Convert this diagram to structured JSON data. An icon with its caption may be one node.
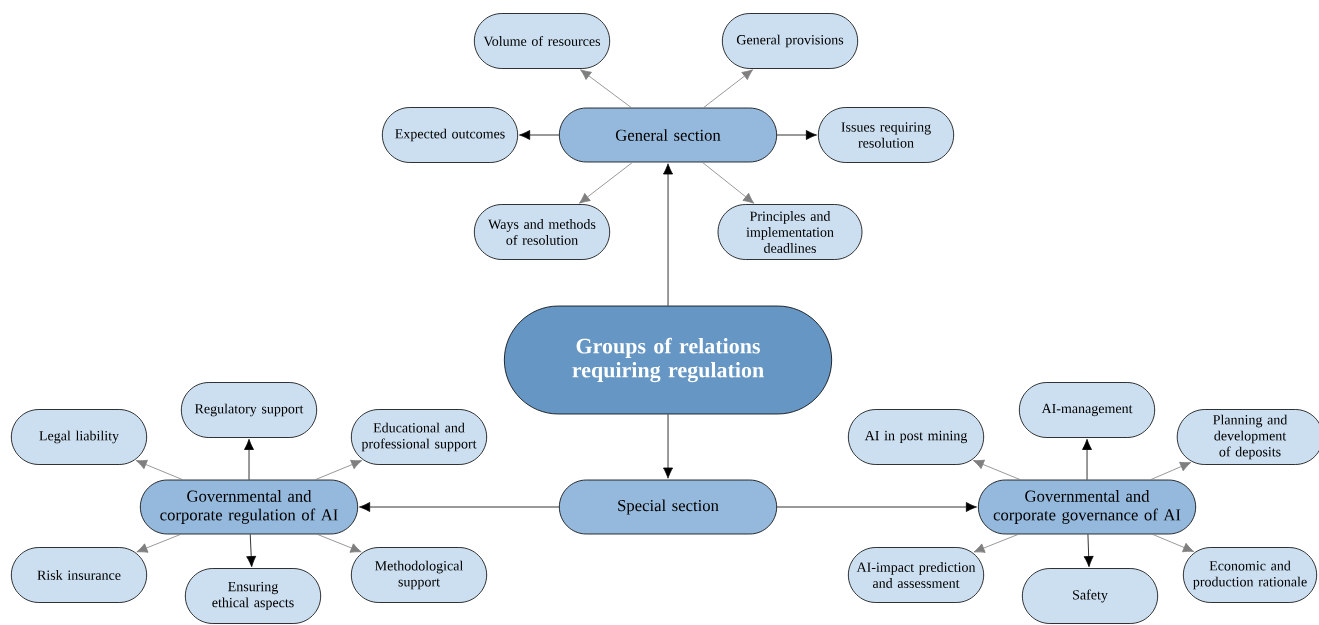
{
  "diagram": {
    "nodes": [
      {
        "text": [
          "Groups of relations requiring regulation"
        ]
      },
      {
        "text": [
          "General section"
        ]
      },
      {
        "text": [
          "Volume of resources"
        ]
      },
      {
        "text": [
          "General provisions"
        ]
      },
      {
        "text": [
          "Expected outcomes"
        ]
      },
      {
        "text": [
          "Issues requiring resolution"
        ]
      },
      {
        "text": [
          "Ways and methods of resolution"
        ]
      },
      {
        "text": [
          "Principles and implementation deadlines"
        ]
      },
      {
        "text": [
          "Special section"
        ]
      },
      {
        "text": [
          "Governmental and corporate regulation of AI"
        ]
      },
      {
        "text": [
          "Legal liability"
        ]
      },
      {
        "text": [
          "Regulatory support"
        ]
      },
      {
        "text": [
          "Educational and professional support"
        ]
      },
      {
        "text": [
          "Risk insurance"
        ]
      },
      {
        "text": [
          "Ensuring ethical aspects"
        ]
      },
      {
        "text": [
          "Methodological support"
        ]
      },
      {
        "text": [
          "Governmental and corporate governance of AI"
        ]
      },
      {
        "text": [
          "AI in post mining"
        ]
      },
      {
        "text": [
          "AI-management"
        ]
      },
      {
        "text": [
          "Planning and development of deposits"
        ]
      },
      {
        "text": [
          "AI-impact prediction and assessment"
        ]
      },
      {
        "text": [
          "Safety"
        ]
      },
      {
        "text": [
          "Economic and production rationale"
        ]
      }
    ],
    "edges": [
      {
        "from": 0,
        "to": 1,
        "arrow": "to",
        "color": "#000000"
      },
      {
        "from": 1,
        "to": 2,
        "arrow": "to"
      },
      {
        "from": 1,
        "to": 3,
        "arrow": "to"
      },
      {
        "from": 1,
        "to": 4,
        "arrow": "to",
        "color": "#000000"
      },
      {
        "from": 1,
        "to": 5,
        "arrow": "to",
        "color": "#000000"
      },
      {
        "from": 1,
        "to": 6,
        "arrow": "to"
      },
      {
        "from": 1,
        "to": 7,
        "arrow": "to"
      },
      {
        "from": 0,
        "to": 8,
        "arrow": "to",
        "color": "#000000"
      },
      {
        "from": 8,
        "to": 9,
        "arrow": "to",
        "color": "#000000"
      },
      {
        "from": 8,
        "to": 16,
        "arrow": "to",
        "color": "#000000"
      },
      {
        "from": 9,
        "to": 10,
        "arrow": "to"
      },
      {
        "from": 9,
        "to": 11,
        "arrow": "to",
        "color": "#000000"
      },
      {
        "from": 9,
        "to": 12,
        "arrow": "to"
      },
      {
        "from": 9,
        "to": 13,
        "arrow": "to"
      },
      {
        "from": 9,
        "to": 14,
        "arrow": "to",
        "color": "#000000"
      },
      {
        "from": 9,
        "to": 15,
        "arrow": "to"
      },
      {
        "from": 16,
        "to": 17,
        "arrow": "to"
      },
      {
        "from": 16,
        "to": 18,
        "arrow": "to",
        "color": "#000000"
      },
      {
        "from": 16,
        "to": 19,
        "arrow": "to"
      },
      {
        "from": 16,
        "to": 20,
        "arrow": "to"
      },
      {
        "from": 16,
        "to": 21,
        "arrow": "to",
        "color": "#000000"
      },
      {
        "from": 16,
        "to": 22,
        "arrow": "to"
      }
    ]
  }
}
